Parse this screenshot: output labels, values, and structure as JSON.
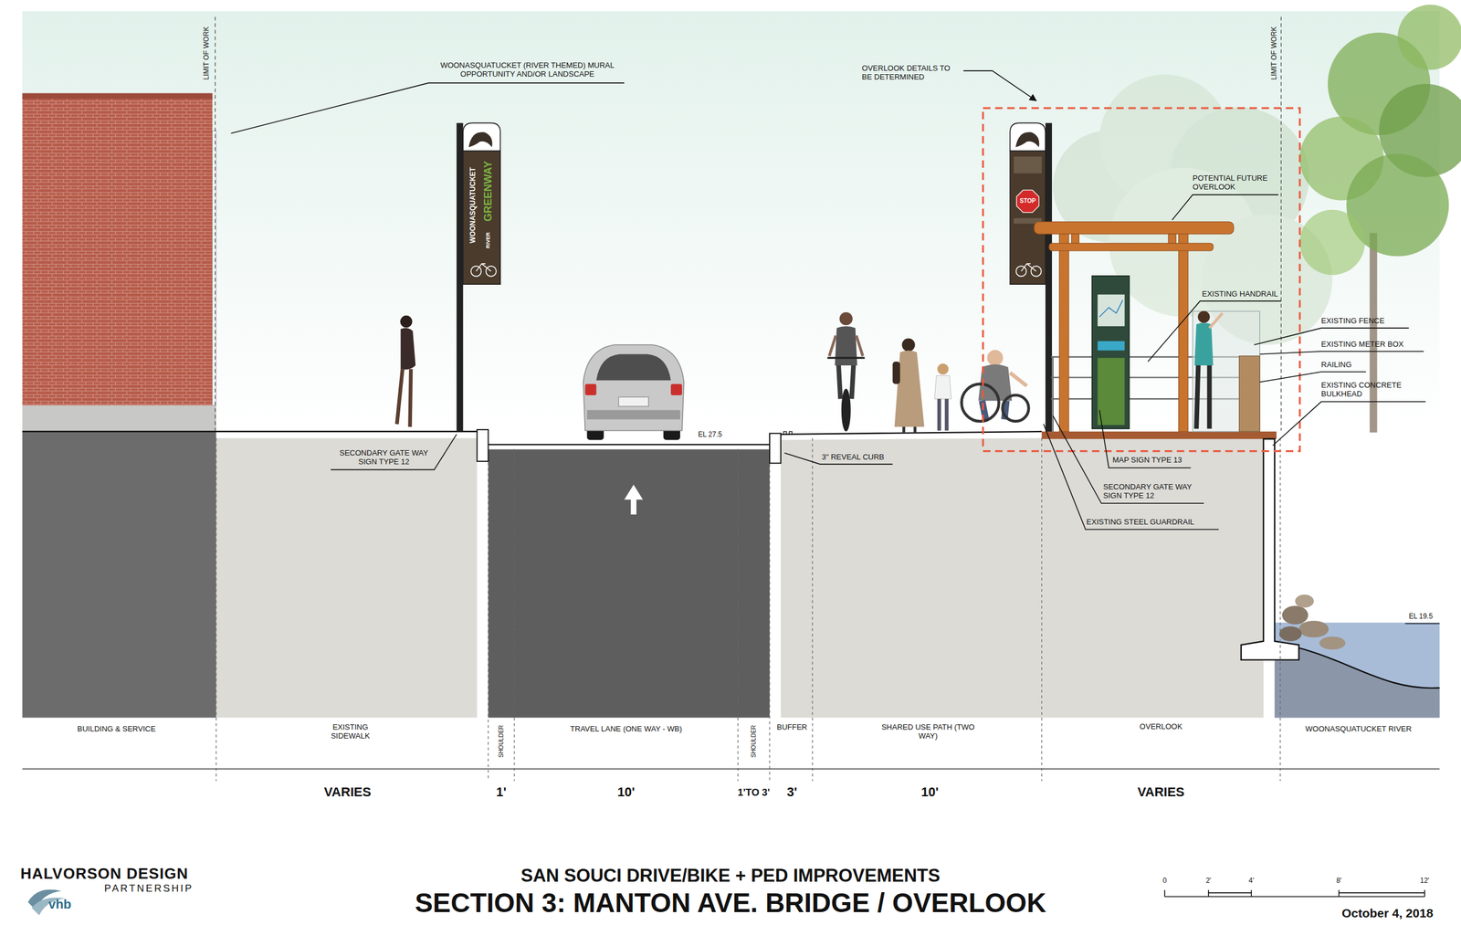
{
  "diagram": {
    "title": "SECTION 3: MANTON AVE. BRIDGE / OVERLOOK",
    "labels": [
      "LIMIT OF WORK",
      "LIMIT OF WORK",
      "WOONASQUATUCKET (RIVER THEMED) MURAL OPPORTUNITY AND/OR LANDSCAPE",
      "OVERLOOK DETAILS TO BE DETERMINED",
      "POTENTIAL FUTURE OVERLOOK",
      "EXISTING HANDRAIL",
      "EXISTING FENCE",
      "EXISTING METER BOX",
      "RAILING",
      "EXISTING CONCRETE BULKHEAD",
      "EL 27.5",
      "SECONDARY GATE WAY SIGN TYPE 12",
      "3\" REVEAL CURB",
      "MAP SIGN TYPE 13",
      "SECONDARY GATE WAY SIGN TYPE 12",
      "EXISTING STEEL GUARDRAIL",
      "EL 19.5",
      "BUILDING & SERVICE",
      "EXISTING SIDEWALK",
      "SHOULDER",
      "TRAVEL LANE (ONE WAY - WB)",
      "SHOULDER",
      "BUFFER",
      "SHARED USE PATH (TWO WAY)",
      "OVERLOOK",
      "WOONASQUATUCKET RIVER",
      "VARIES",
      "1'",
      "10'",
      "1'TO 3'",
      "3'",
      "10'",
      "VARIES",
      "SAN SOUCI DRIVE/BIKE + PED IMPROVEMENTS",
      "HALVORSON DESIGN",
      "PARTNERSHIP",
      "vhb",
      "0",
      "2'",
      "4'",
      "8'",
      "12'",
      "October 4, 2018",
      "WOONASQUATUCKET",
      "GREENWAY",
      "RIVER",
      "STOP"
    ]
  }
}
